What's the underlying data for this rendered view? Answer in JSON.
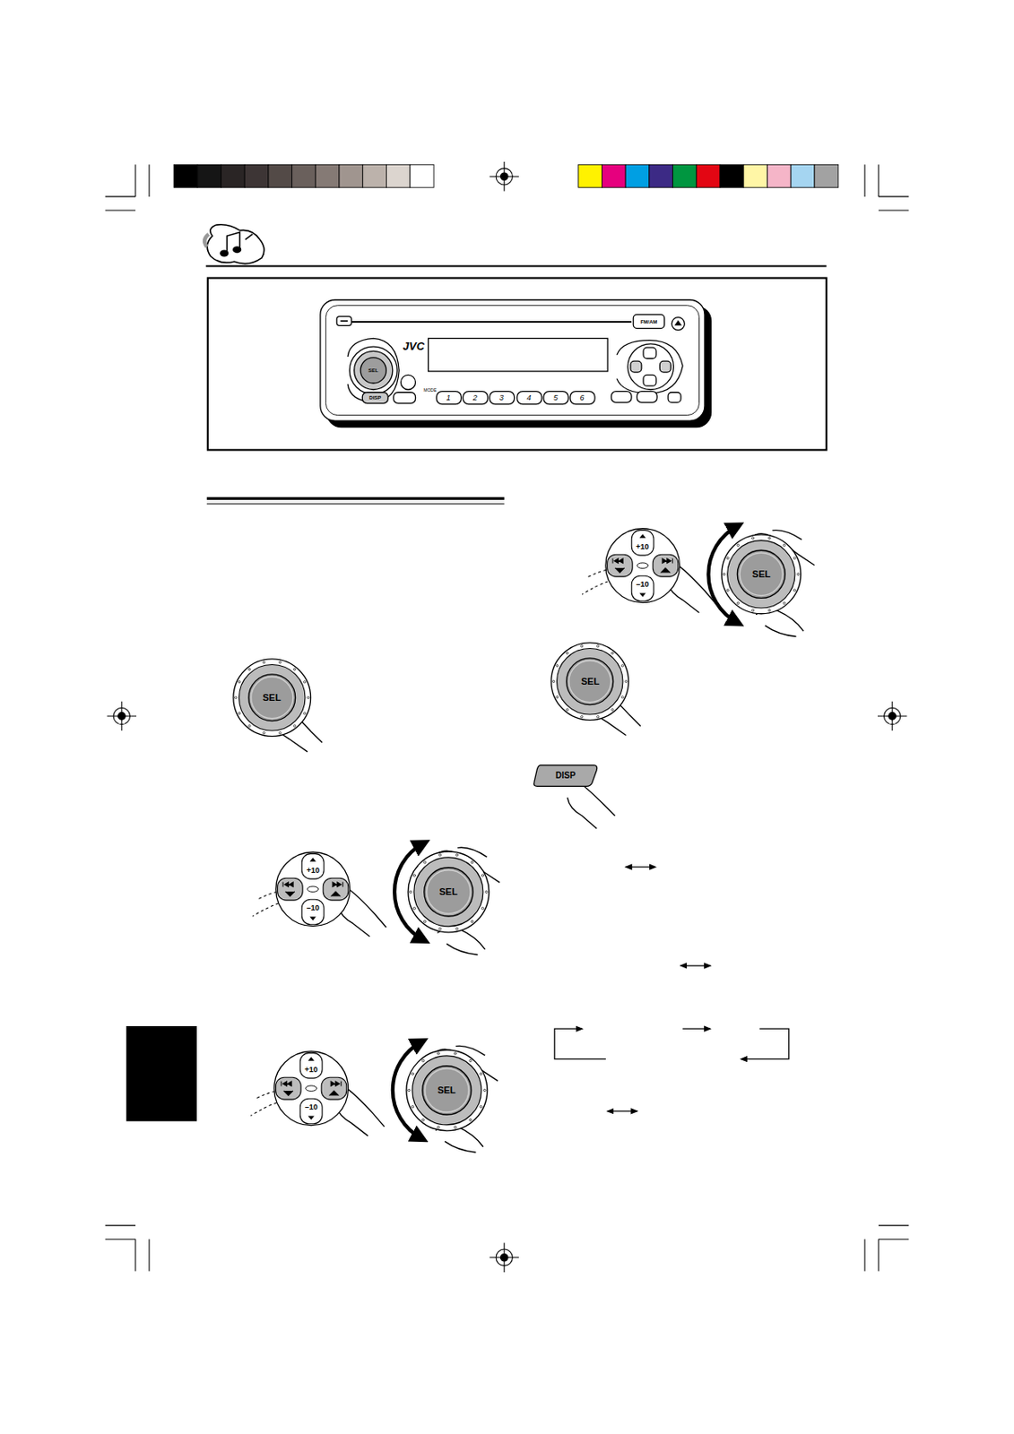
{
  "diagram": {
    "nodes": [
      {
        "text": [
          "SEL"
        ]
      },
      {
        "text": [
          "+10",
          "–10"
        ]
      },
      {
        "text": [
          "SEL"
        ]
      },
      {
        "text": [
          "+10",
          "–10"
        ]
      },
      {
        "text": [
          "SEL"
        ]
      },
      {
        "text": [
          "+10",
          "–10"
        ]
      },
      {
        "text": [
          "SEL"
        ]
      },
      {
        "text": [
          "SEL"
        ]
      },
      {
        "text": [
          "DISP"
        ]
      }
    ],
    "labels": [
      "JVC",
      "FM/AM",
      "SEL",
      "MODE",
      "DISP",
      "1",
      "2",
      "3",
      "4",
      "5",
      "6"
    ]
  }
}
